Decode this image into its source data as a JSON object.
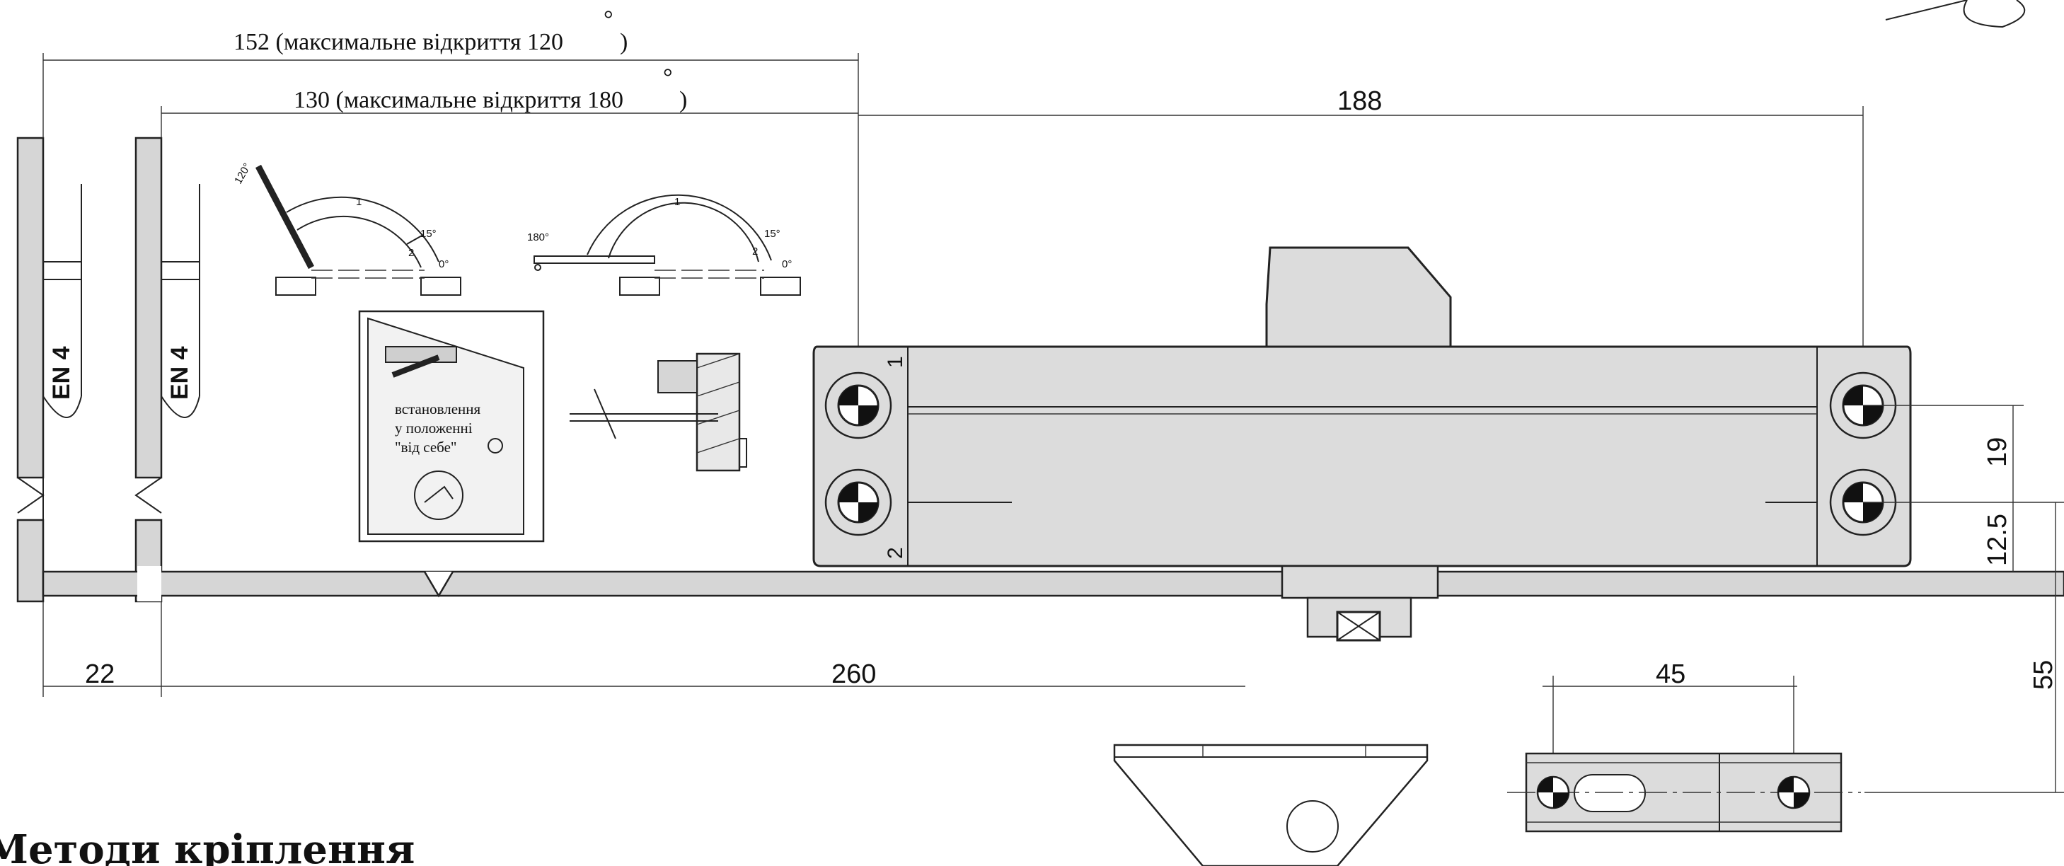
{
  "dimensions": {
    "overall_120": "152 (максимальне відкриття 120",
    "overall_180": "130 (максимальне відкриття 180",
    "degree": "°",
    "close_paren": ")",
    "holes_span": "188",
    "hole_vertical": "19",
    "hole_offset": "12.5",
    "frame_offset": "22",
    "to_bracket": "260",
    "bracket_holes": "45",
    "bracket_height": "55"
  },
  "door_panels": {
    "left_label": "EN 4",
    "right_label": "EN 4"
  },
  "arc_diagram_120": {
    "open_angle": "120°",
    "speed_zone_1": "1",
    "speed_zone_2": "2",
    "latch_angle": "15°",
    "closed_angle": "0°"
  },
  "arc_diagram_180": {
    "open_angle": "180°",
    "speed_zone_1": "1",
    "speed_zone_2": "2",
    "latch_angle": "15°",
    "closed_angle": "0°"
  },
  "installation_note": {
    "line1": "встановлення",
    "line2": "у положенні",
    "line3": "\"від себе\""
  },
  "closer_body": {
    "position_1": "1",
    "position_2": "2"
  },
  "section_heading": "Методи кріплення",
  "colors": {
    "body_fill": "#dcdcdc",
    "line": "#222222",
    "background": "#ffffff"
  }
}
